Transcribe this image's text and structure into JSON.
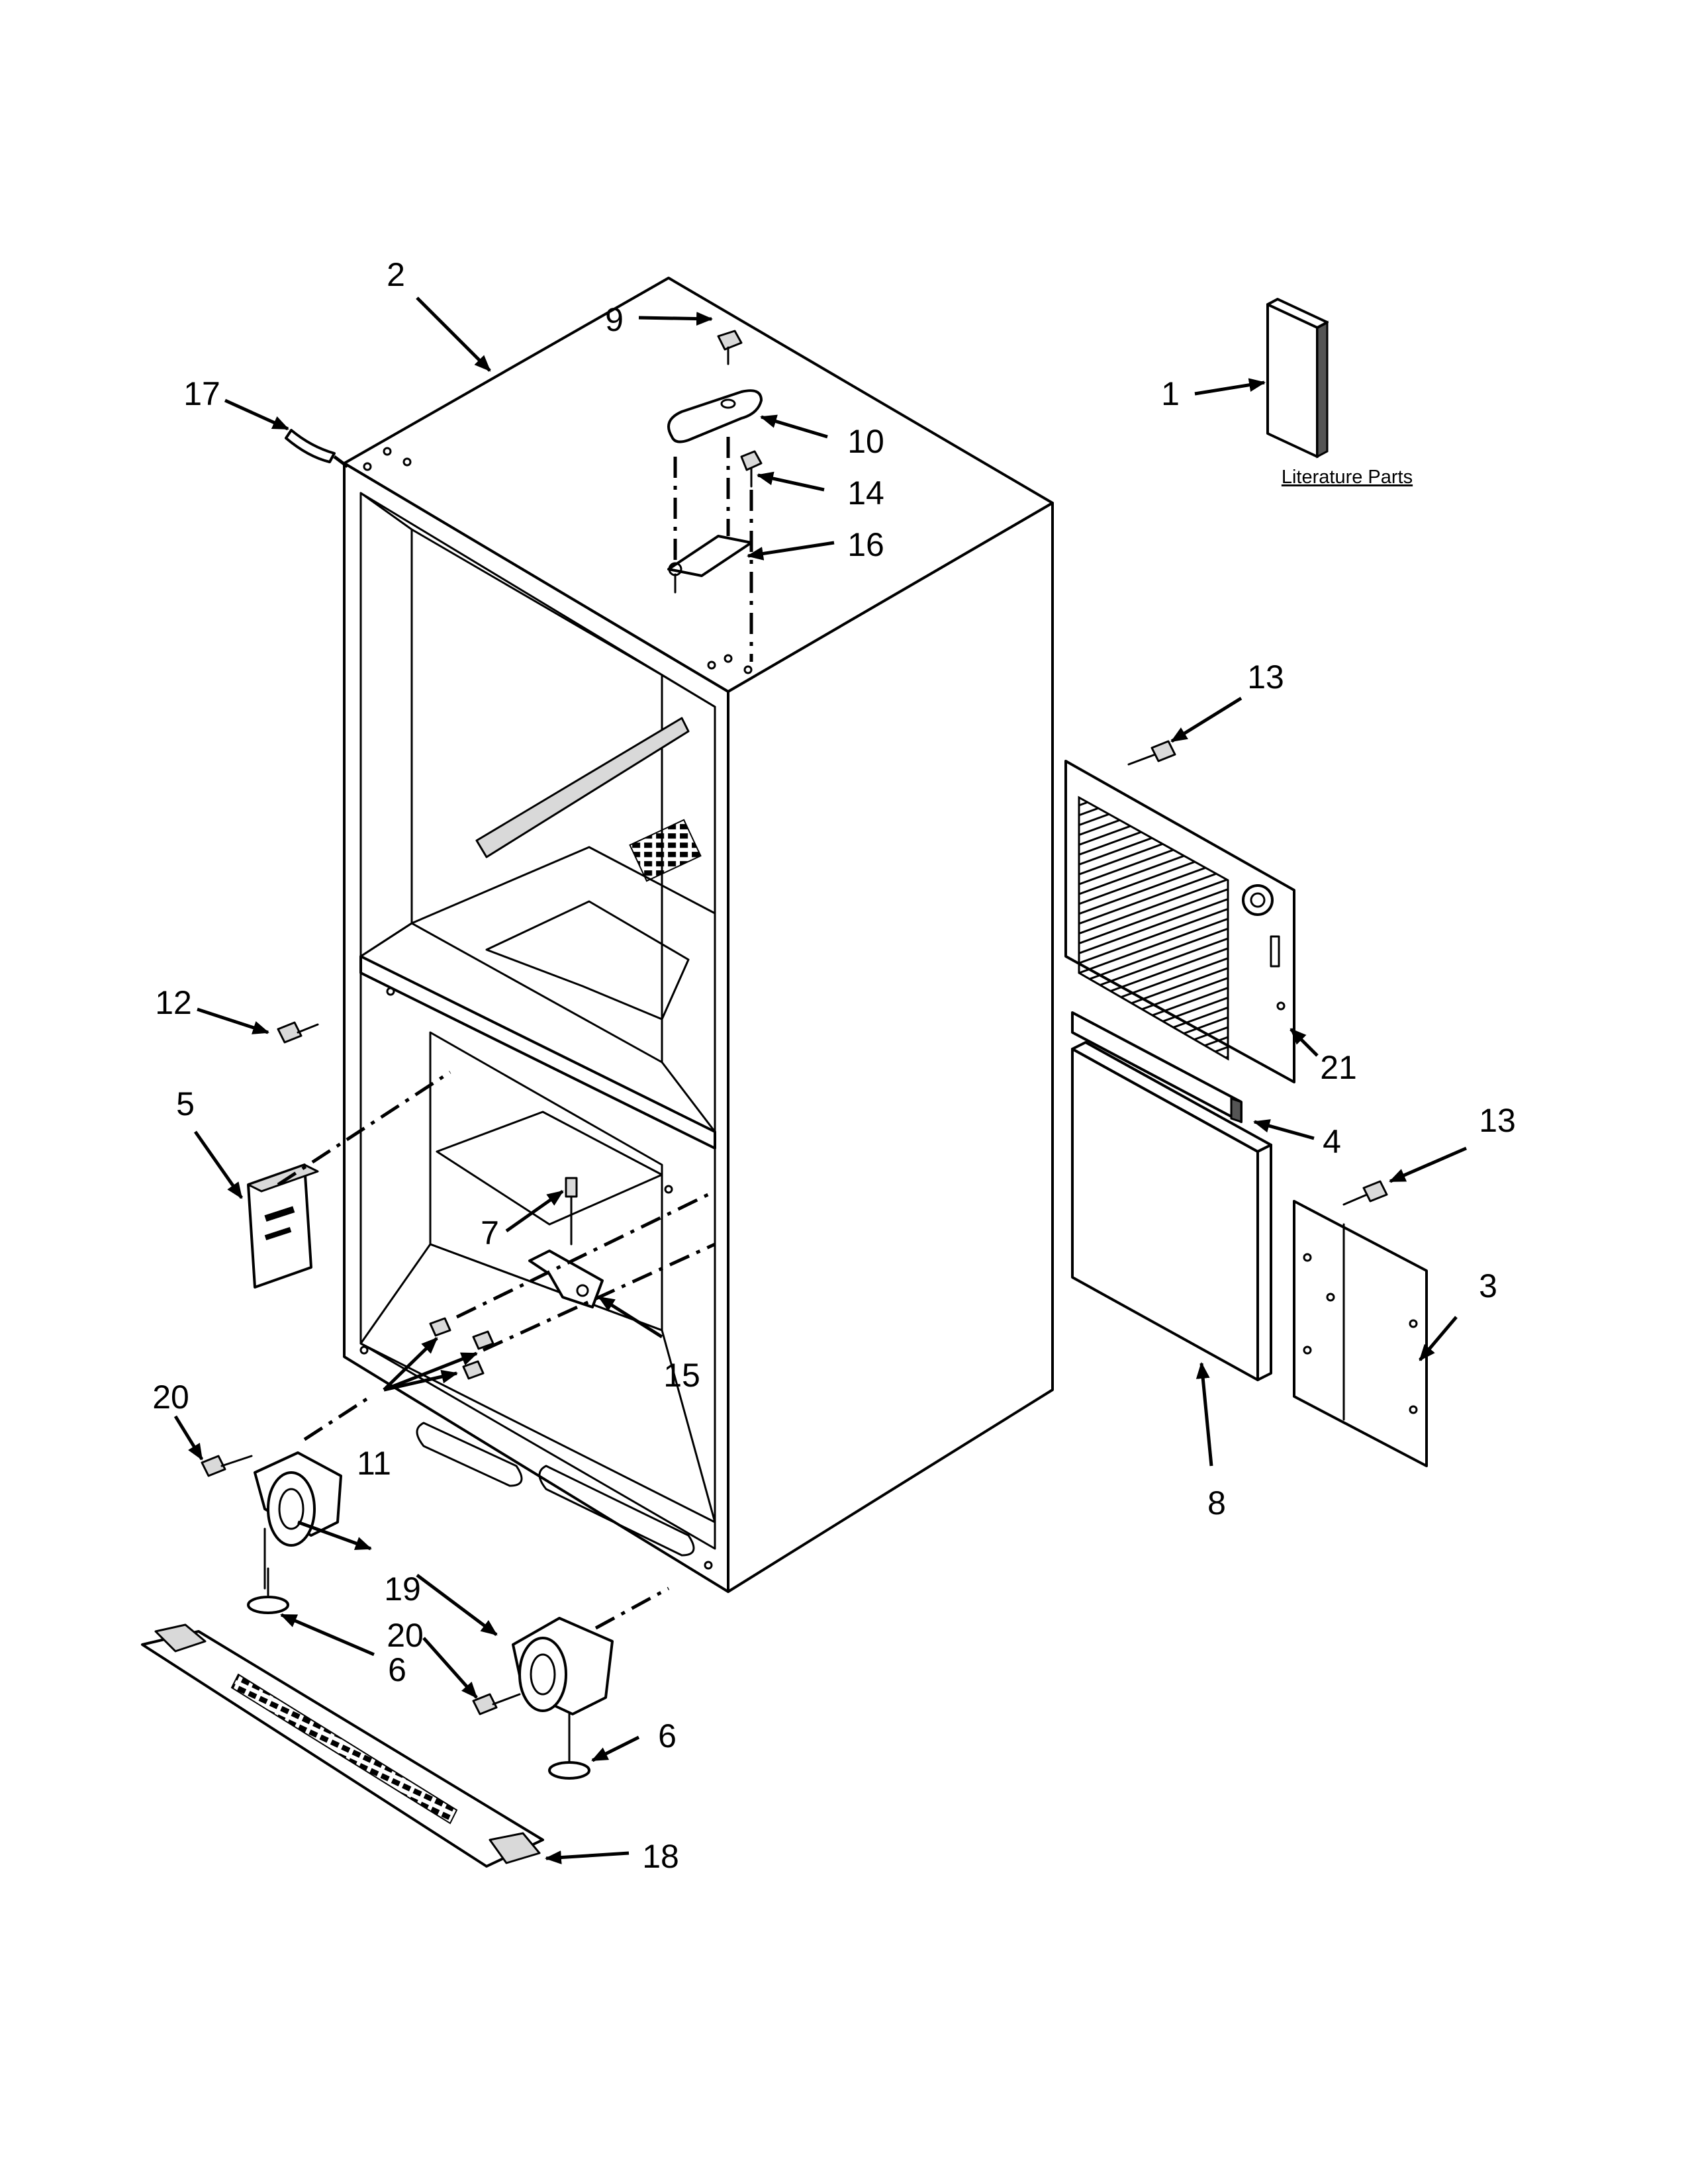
{
  "diagram": {
    "literature_label": "Literature Parts",
    "callouts": {
      "c1": "1",
      "c2": "2",
      "c3": "3",
      "c4": "4",
      "c5": "5",
      "c6a": "6",
      "c6b": "6",
      "c7": "7",
      "c8": "8",
      "c9": "9",
      "c10": "10",
      "c11": "11",
      "c12": "12",
      "c13a": "13",
      "c13b": "13",
      "c14": "14",
      "c15": "15",
      "c16": "16",
      "c17": "17",
      "c18": "18",
      "c19": "19",
      "c20a": "20",
      "c20b": "20",
      "c21": "21"
    }
  }
}
